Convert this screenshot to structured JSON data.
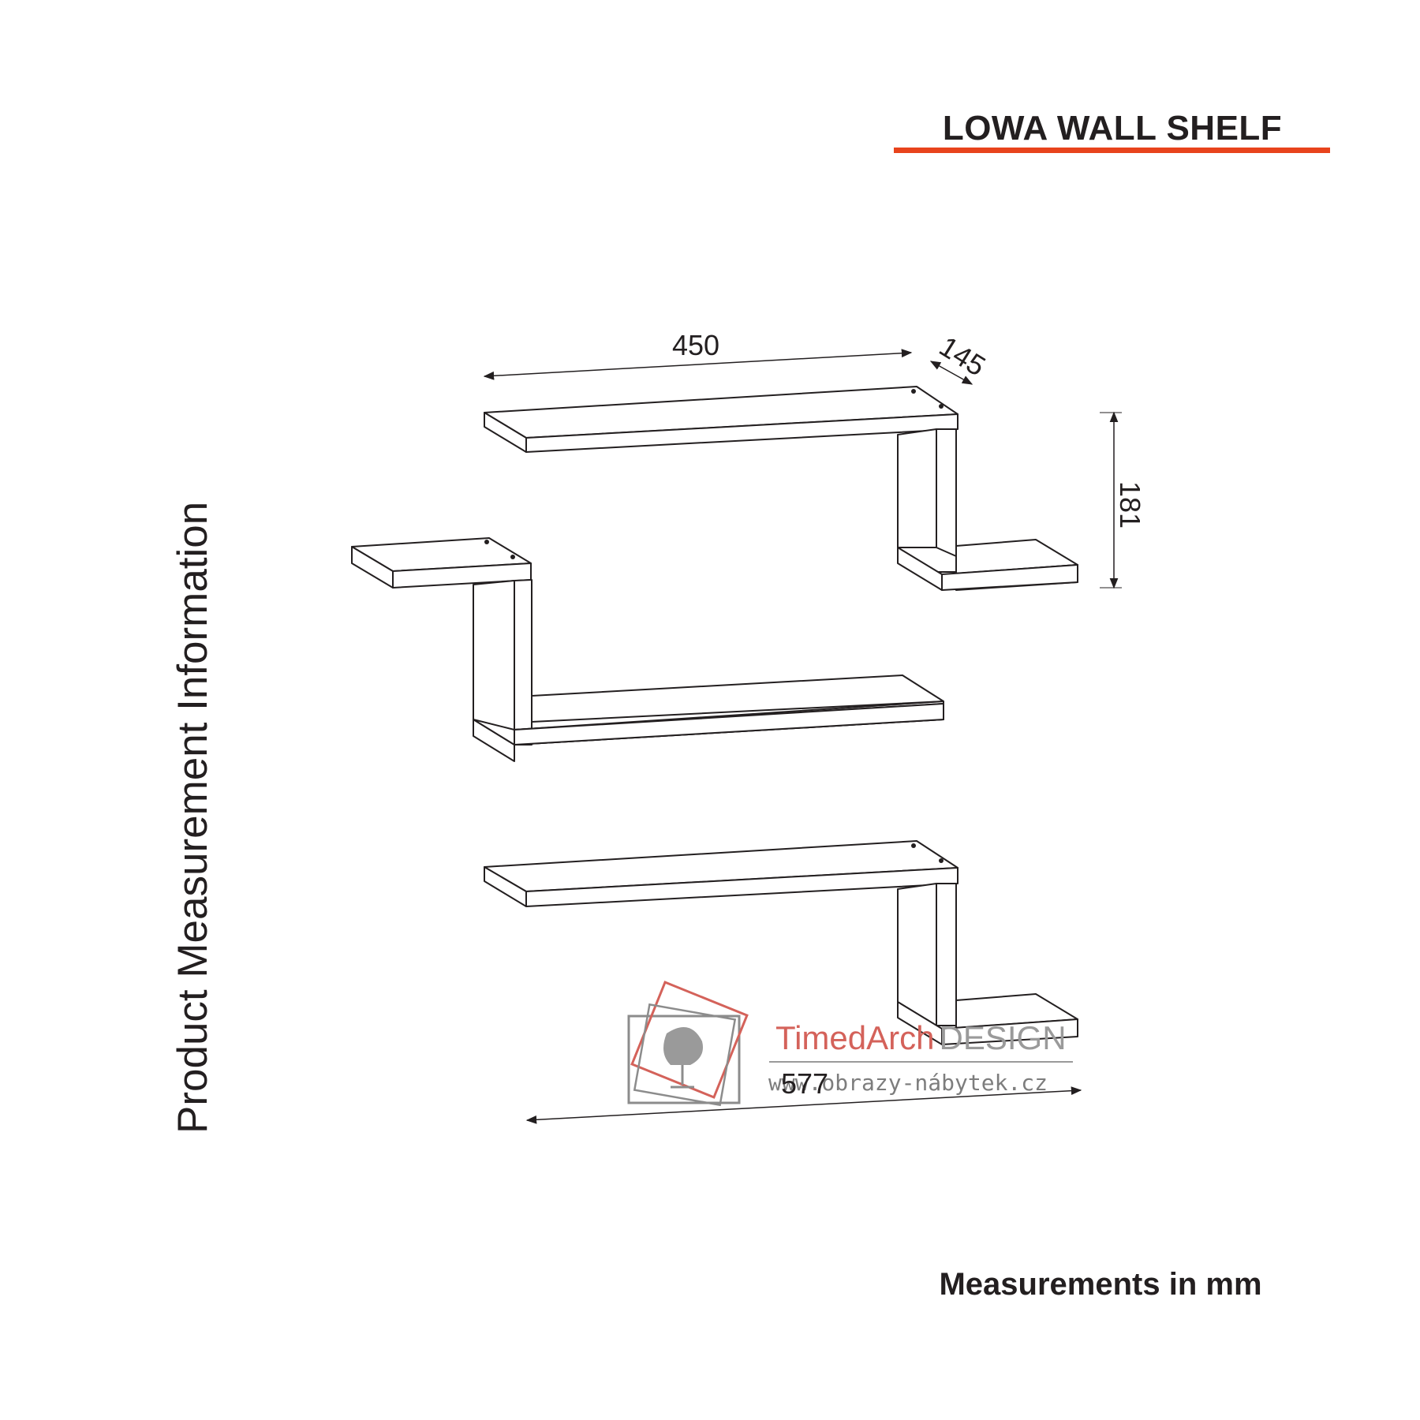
{
  "title": "LOWA WALL SHELF",
  "side_label": "Product Measurement Information",
  "footer_note": "Measurements in mm",
  "dimensions": {
    "length": "450",
    "depth": "145",
    "height": "181",
    "total_width": "577"
  },
  "watermark": {
    "brand_part1": "TimedArch",
    "brand_part2": "DESIGN",
    "url": "www.obrazy-nábytek.cz",
    "brand_color": "#d4625a",
    "secondary_color": "#8c8c8c"
  },
  "colors": {
    "accent_rule": "#e8431c",
    "line": "#231f20"
  }
}
